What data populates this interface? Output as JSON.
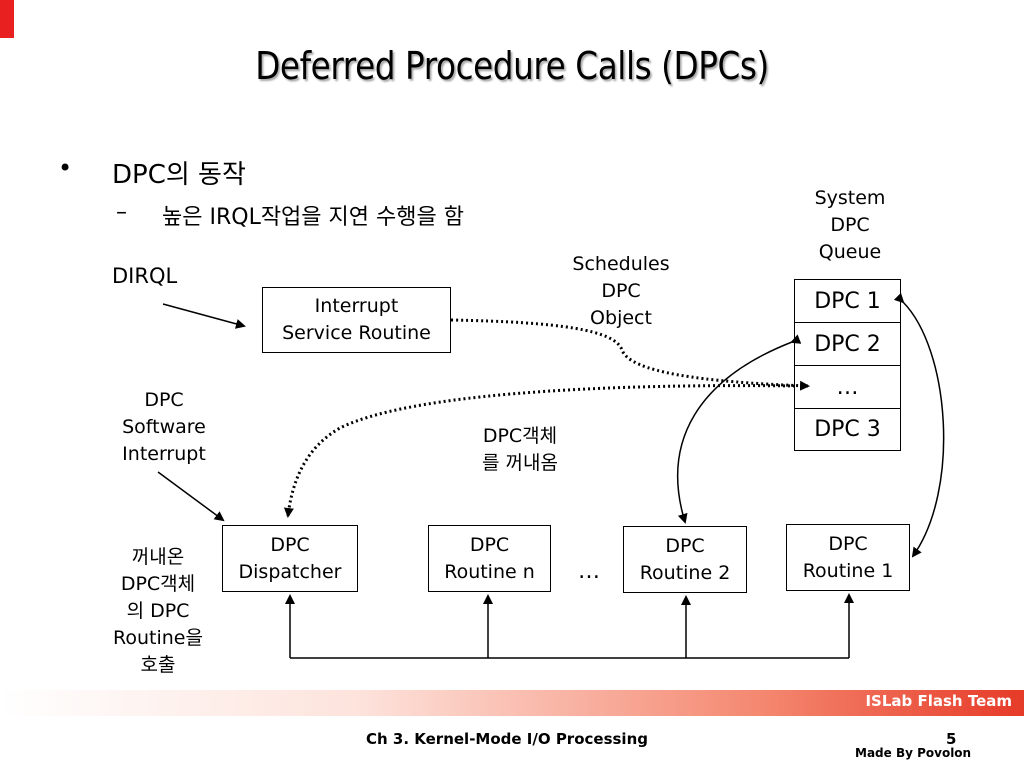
{
  "slide": {
    "title": "Deferred Procedure Calls (DPCs)",
    "bullet": "DPC의 동작",
    "sub_bullet": "높은 IRQL작업을 지연 수행을 함",
    "bullet_marker": "•",
    "sub_marker": "–"
  },
  "labels": {
    "dirql": "DIRQL",
    "dpc_software_interrupt": [
      "DPC",
      "Software",
      "Interrupt"
    ],
    "schedules_dpc_object": [
      "Schedules",
      "DPC",
      "Object"
    ],
    "system_dpc_queue": [
      "System",
      "DPC",
      "Queue"
    ],
    "dpc_retrieve": [
      "DPC객체",
      "를 꺼내옴"
    ],
    "call_routine": [
      "꺼내온",
      "DPC객체",
      "의 DPC",
      "Routine을",
      "호출"
    ],
    "ellipsis_between": "…"
  },
  "boxes": {
    "isr": [
      "Interrupt",
      "Service Routine"
    ],
    "dispatcher": [
      "DPC",
      "Dispatcher"
    ],
    "routine_n": [
      "DPC",
      "Routine n"
    ],
    "routine_2": [
      "DPC",
      "Routine 2"
    ],
    "routine_1": [
      "DPC",
      "Routine 1"
    ]
  },
  "queue": [
    "DPC 1",
    "DPC 2",
    "…",
    "DPC 3"
  ],
  "footer": {
    "team": "ISLab Flash Team",
    "chapter": "Ch 3. Kernel-Mode I/O Processing",
    "page": "5",
    "made_by": "Made By Povolon"
  },
  "colors": {
    "accent_red": "#e82020",
    "footer_gradient_end": "#e63a28"
  }
}
